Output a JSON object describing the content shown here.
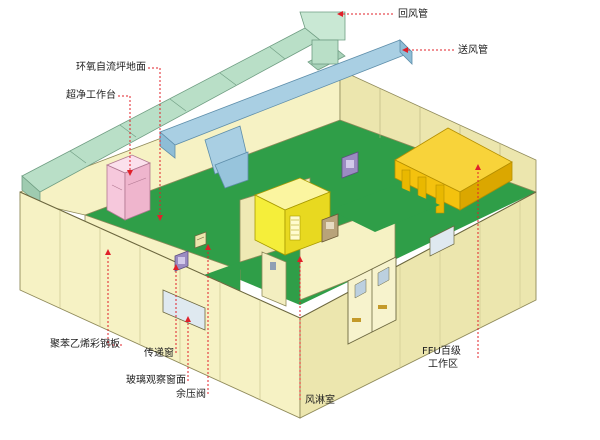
{
  "labels": {
    "return_duct": "回风管",
    "supply_duct": "送风管",
    "epoxy_floor": "环氧自流坪地面",
    "clean_bench": "超净工作台",
    "ps_panel": "聚苯乙烯彩钢板",
    "pass_box": "传递窗",
    "observation_window": "玻璃观察窗面",
    "pressure_valve": "余压阀",
    "air_shower": "风淋室",
    "ffu_zone_line1": "FFU百级",
    "ffu_zone_line2": "工作区"
  },
  "colors": {
    "wall": "#f6f2c4",
    "wall_dark": "#e4dd9e",
    "floor": "#2f9e48",
    "duct_green": "#b9dfc7",
    "duct_blue": "#a9cfe3",
    "ffu": "#f4c20e",
    "leader": "#e0202a",
    "shower": "#f5ee3a",
    "bench": "#f6c8dc"
  }
}
